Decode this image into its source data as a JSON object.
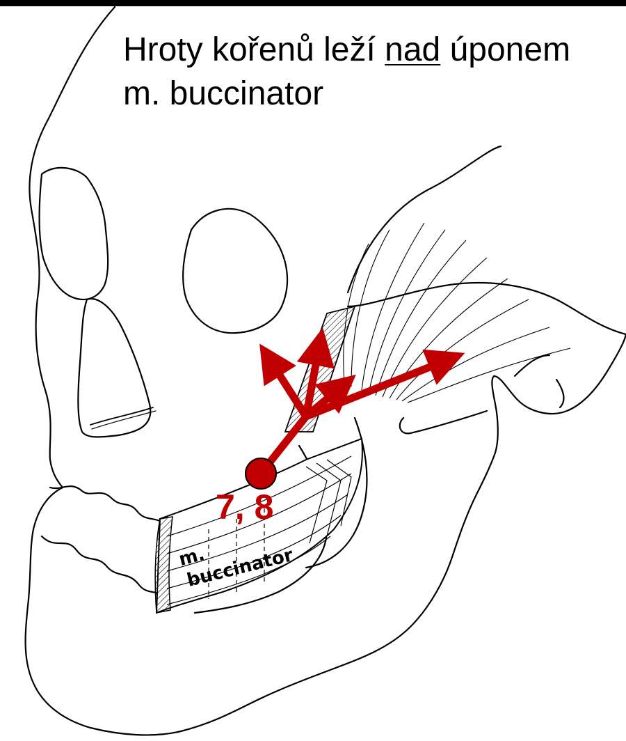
{
  "title": {
    "before": "Hroty kořenů leží ",
    "underlined": "nad",
    "after": " úponem",
    "line2": "m. buccinator"
  },
  "labels": {
    "teeth": "7, 8",
    "muscle_line1": "m.",
    "muscle_line2": "buccinator"
  },
  "colors": {
    "accent": "#c00000",
    "line": "#000000",
    "background": "#ffffff"
  },
  "icons": [
    "skull-outline",
    "root-apex-dot",
    "spread-arrows"
  ]
}
